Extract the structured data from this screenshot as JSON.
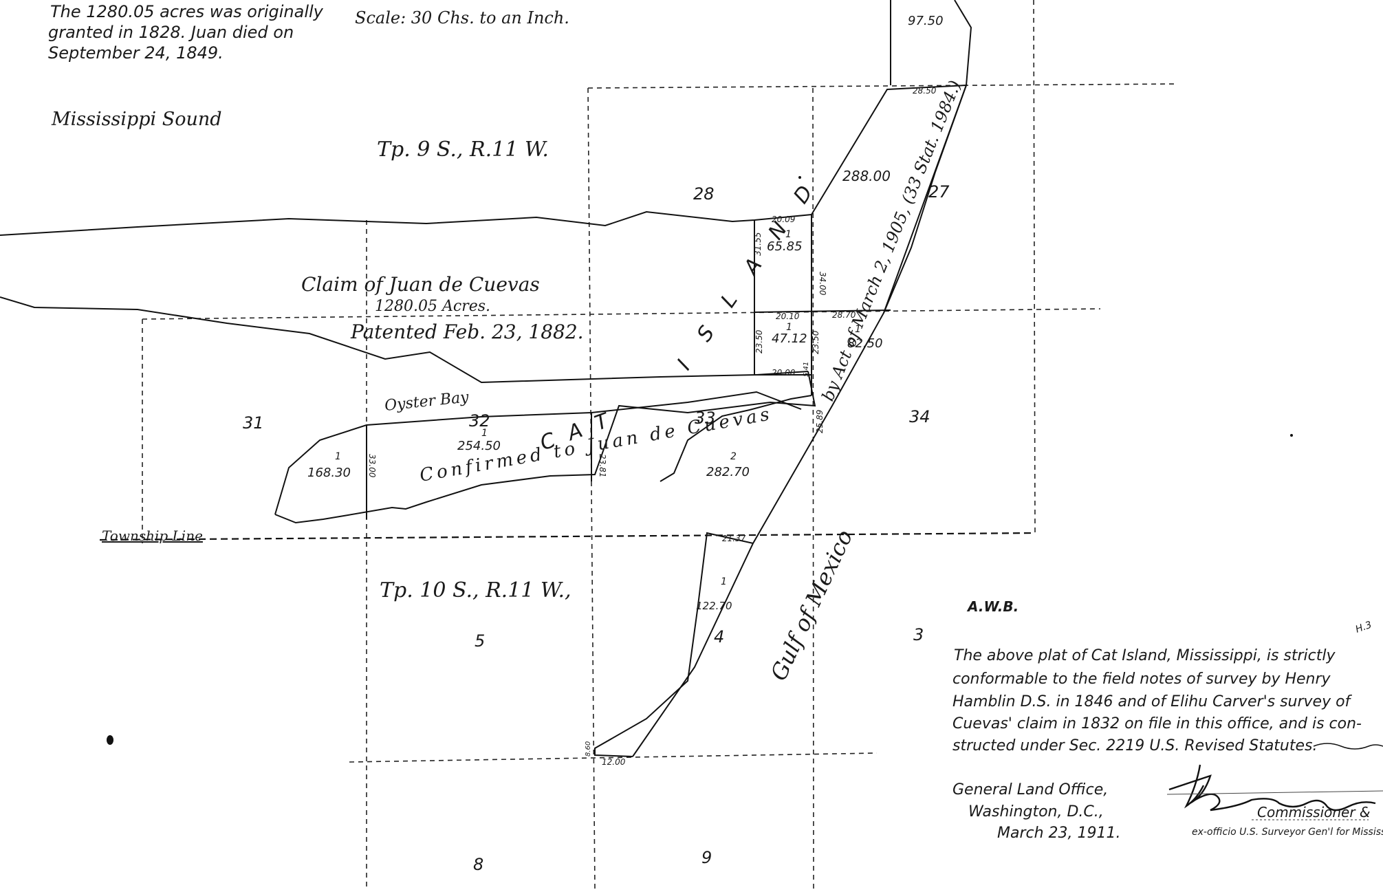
{
  "handwritten_note": {
    "line1": "The 1280.05 acres was originally",
    "line2": "granted in 1828. Juan died on",
    "line3": "September 24, 1849."
  },
  "scale": "Scale: 30 Chs. to an Inch.",
  "water_bodies": {
    "sound": "Mississippi Sound",
    "gulf": "Gulf of Mexico",
    "bay": "Oyster Bay"
  },
  "townships": {
    "north": "Tp. 9 S., R.11 W.",
    "south": "Tp. 10 S., R.11 W.,",
    "township_line": "Township Line"
  },
  "sections": {
    "s27": "27",
    "s28": "28",
    "s31": "31",
    "s32": "32",
    "s33": "33",
    "s34": "34",
    "s3": "3",
    "s4": "4",
    "s5": "5",
    "s8": "8",
    "s9": "9"
  },
  "claim": {
    "line1": "Claim of Juan de Cuevas",
    "line2": "1280.05 Acres.",
    "line3": "Patented Feb. 23, 1882."
  },
  "confirmed": "Confirmed to Juan de Cuevas",
  "island": {
    "cat": "C A T",
    "island": "I S L A N D"
  },
  "act": "by Act of March 2, 1905, (33 Stat. 1984.)",
  "acreages": {
    "a1": "97.50",
    "a2": "288.00",
    "a3": "65.85",
    "a4": "47.12",
    "a5": "82.50",
    "a6": "254.50",
    "a7": "168.30",
    "a8": "282.70",
    "a9": "122.70"
  },
  "distances": {
    "d1": "28.50",
    "d2": "20.09",
    "d3": "34.00",
    "d4": "31.55",
    "d5": "20.10",
    "d6": "28.70",
    "d7": "23.50",
    "d8": "23.50",
    "d9": "20.00",
    "d10": "5.41",
    "d11": "25.89",
    "d12": "23.81",
    "d13": "33.00",
    "d14": "21.37",
    "d15": "12.00",
    "d16": "8.60"
  },
  "lot_numbers": {
    "l1": "1",
    "l2": "1",
    "l3": "1",
    "l4": "1",
    "l5": "2",
    "l6": "1",
    "l7": "1"
  },
  "initials": "A.W.B.",
  "corner_mark": "H.3",
  "certification": {
    "line1": "The above plat of Cat Island, Mississippi, is strictly",
    "line2": "conformable to the field notes of survey by Henry",
    "line3": "Hamblin D.S. in 1846 and of Elihu Carver's survey of",
    "line4": "Cuevas' claim in 1832 on file in this office, and is con-",
    "line5": "structed under Sec. 2219 U.S. Revised Statutes."
  },
  "office": {
    "line1": "General Land Office,",
    "line2": "Washington, D.C.,",
    "line3": "March 23, 1911."
  },
  "signer": {
    "title1": "Commissioner &",
    "title2": "ex-officio U.S. Surveyor Gen'l for Mississippi."
  }
}
